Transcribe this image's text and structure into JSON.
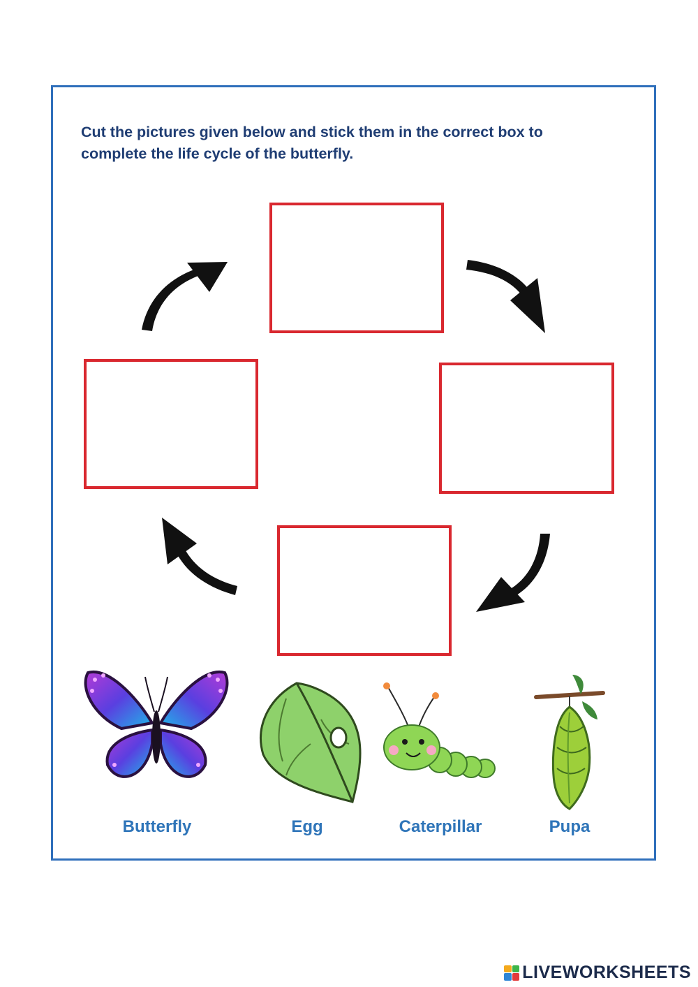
{
  "worksheet": {
    "instruction": "Cut the pictures given below and stick them in the correct box to complete the life cycle of the butterfly.",
    "colors": {
      "frame": "#2f6fbb",
      "box_border": "#d9282f",
      "label": "#2f75b9",
      "instruction": "#1f3d73"
    },
    "boxes": [
      {
        "id": "top"
      },
      {
        "id": "right"
      },
      {
        "id": "bottom"
      },
      {
        "id": "left"
      }
    ],
    "pictures": [
      {
        "label": "Butterfly",
        "icon": "butterfly-icon"
      },
      {
        "label": "Egg",
        "icon": "leaf-with-egg-icon"
      },
      {
        "label": "Caterpillar",
        "icon": "caterpillar-icon"
      },
      {
        "label": "Pupa",
        "icon": "pupa-icon"
      }
    ]
  },
  "footer": {
    "brand": "LIVEWORKSHEETS"
  }
}
